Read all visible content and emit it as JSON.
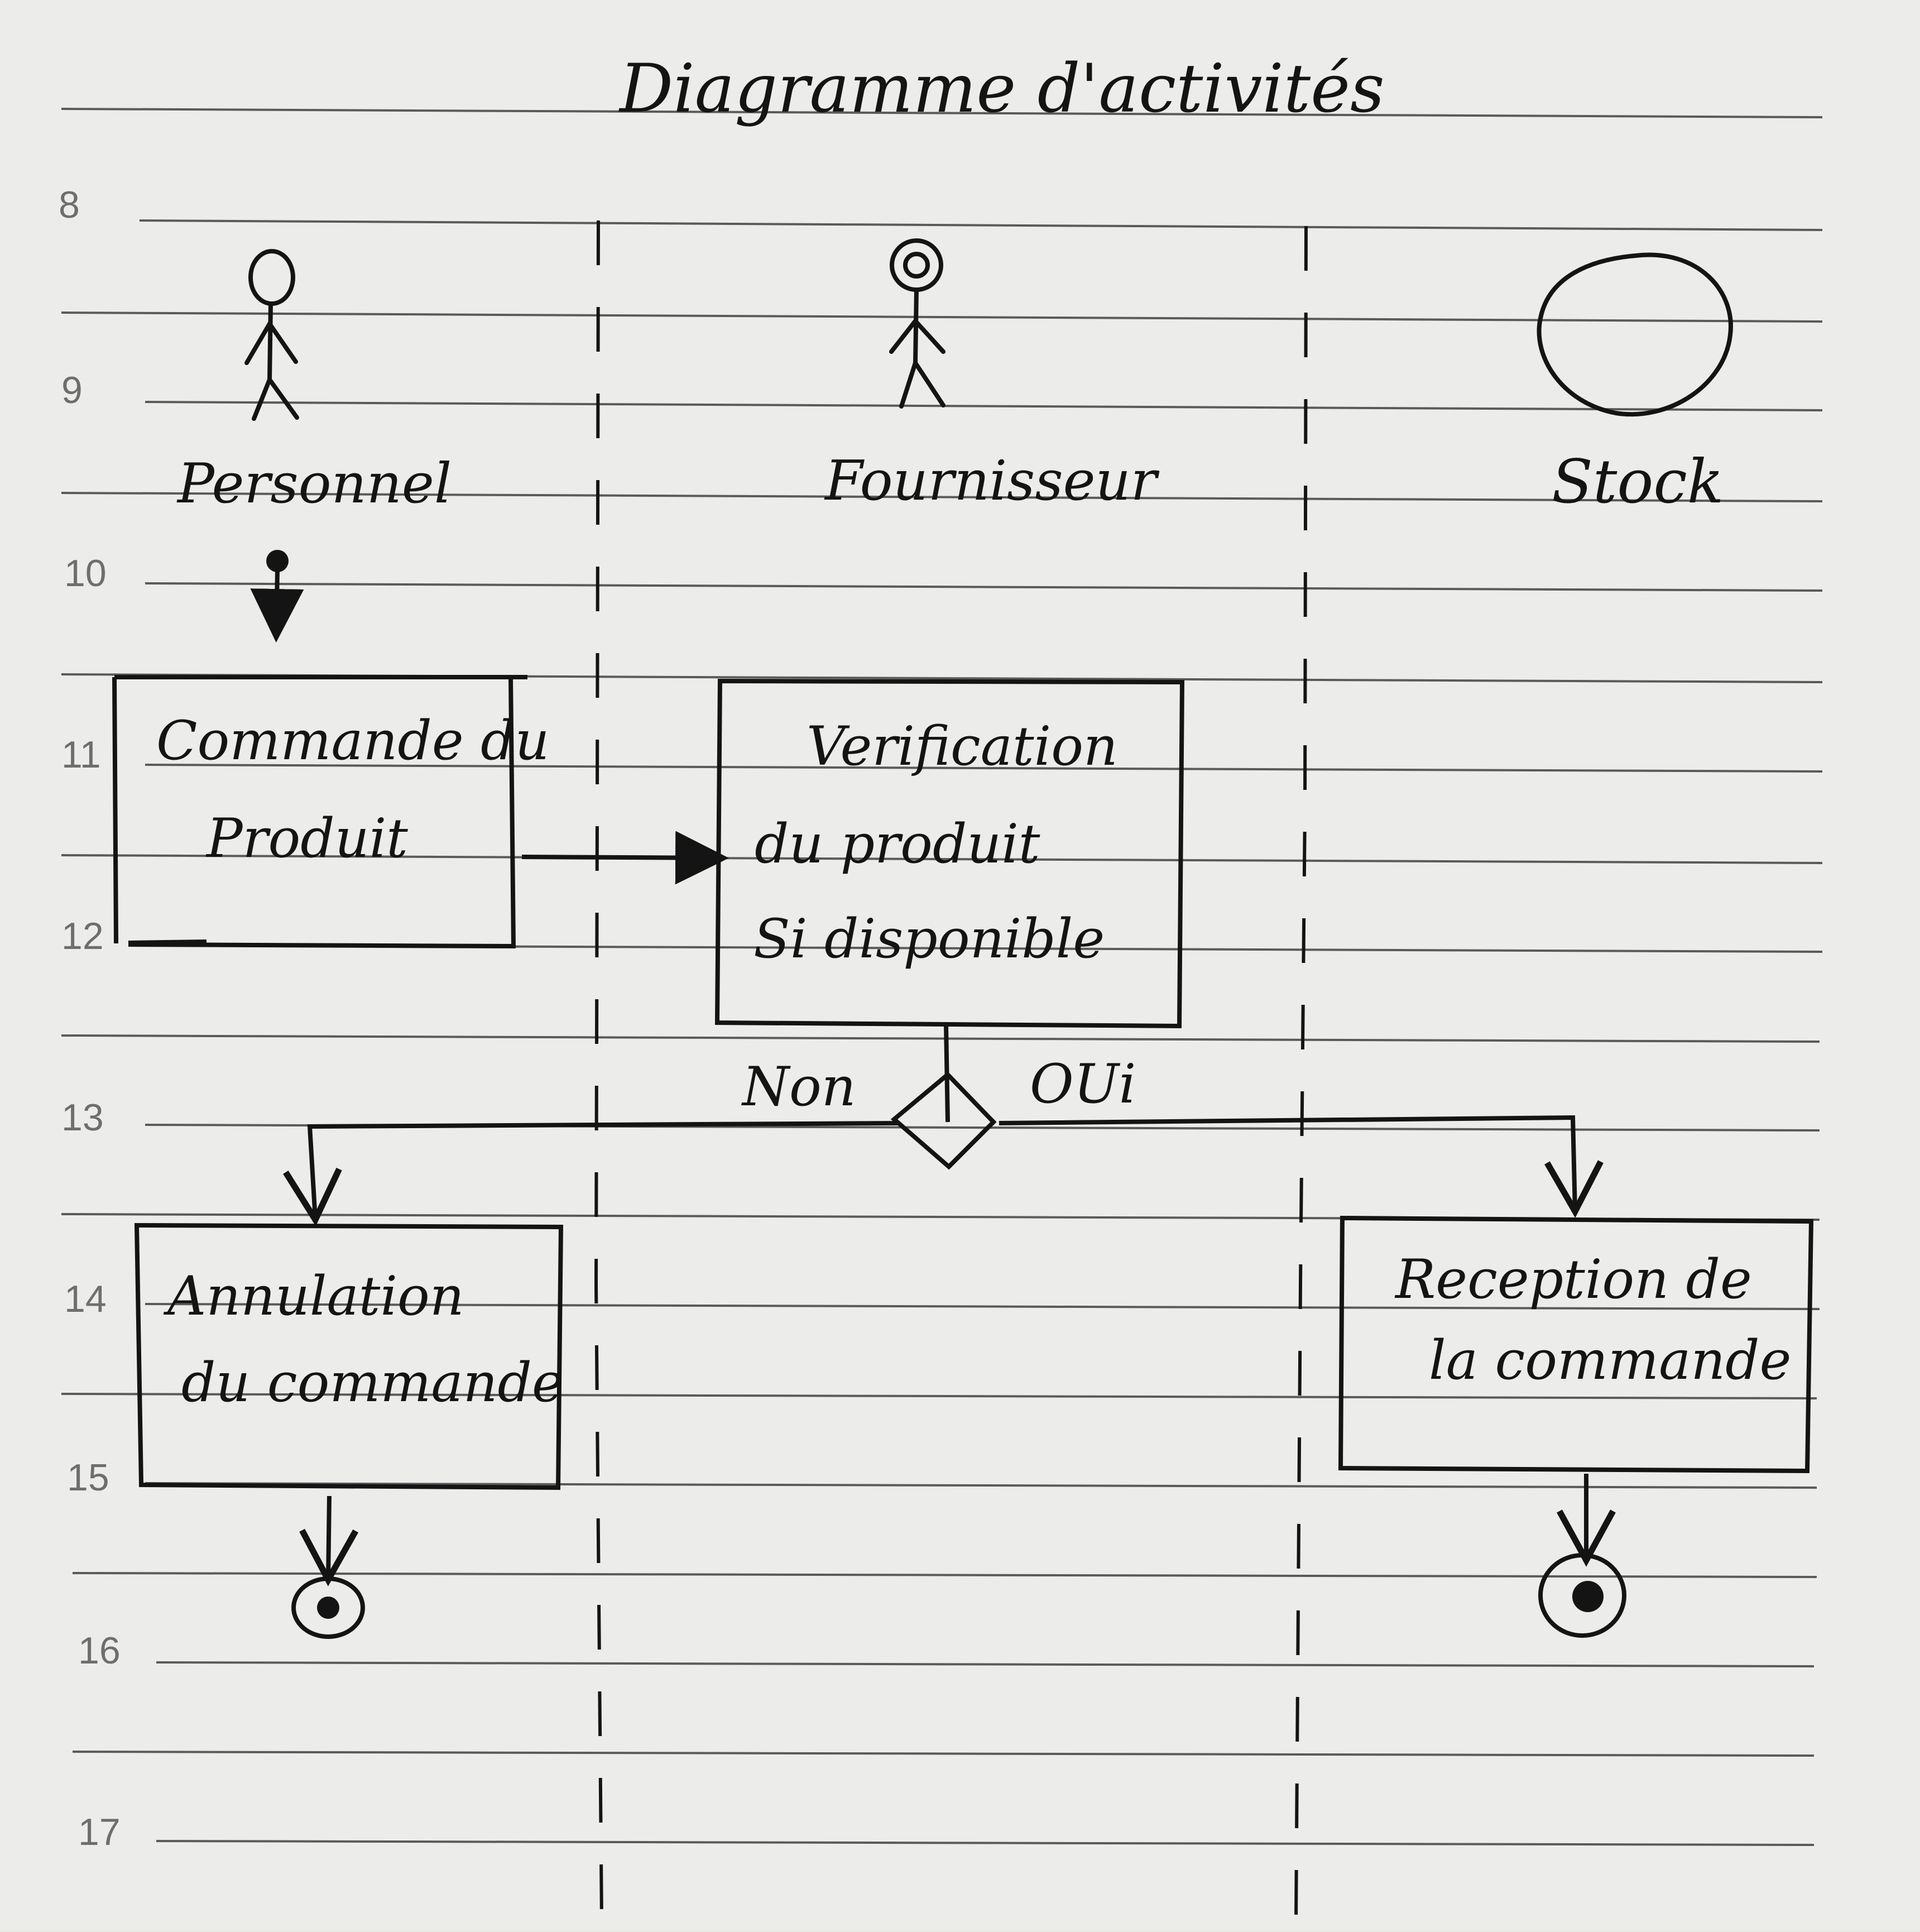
{
  "title": "Diagramme d'activités",
  "hour_labels": [
    "8",
    "9",
    "10",
    "11",
    "12",
    "13",
    "14",
    "15",
    "16",
    "17"
  ],
  "lanes": [
    {
      "name": "Personnel",
      "icon": "stick-figure-icon"
    },
    {
      "name": "Fournisseur",
      "icon": "stick-figure-icon"
    },
    {
      "name": "Stock",
      "icon": "circle-icon"
    }
  ],
  "activities": {
    "commande": [
      "Commande du",
      "Produit"
    ],
    "verification": [
      "Verification",
      "du produit",
      "Si disponible"
    ],
    "annulation": [
      "Annulation",
      "du commande"
    ],
    "reception": [
      "Reception de",
      "la commande"
    ]
  },
  "decision": {
    "no": "Non",
    "yes": "OUi"
  },
  "colors": {
    "ink": "#141414",
    "rule": "#5a5a5a",
    "paper": "#ececea"
  }
}
